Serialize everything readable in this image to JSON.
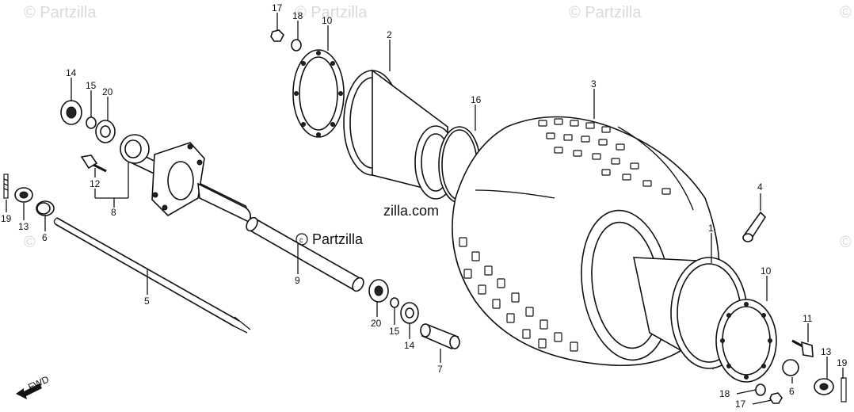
{
  "watermarks": {
    "top_left": "© Partzilla",
    "top_center": "© Partzilla",
    "top_right": "© Partzilla",
    "top_far_right": "©",
    "mid_right": "©",
    "far_right": "©",
    "left": "©",
    "copyright_symbol": "c",
    "center": "Partzilla",
    "center_domain": "zilla.com"
  },
  "fwd_label": "FWD",
  "callouts": {
    "c17_top": "17",
    "c18_top": "18",
    "c10_top": "10",
    "c2": "2",
    "c16": "16",
    "c3": "3",
    "c14_top": "14",
    "c15_top": "15",
    "c20_top": "20",
    "c12": "12",
    "c8": "8",
    "c19_left": "19",
    "c13_left": "13",
    "c6_left": "6",
    "c5": "5",
    "c9": "9",
    "c20_bottom": "20",
    "c15_bottom": "15",
    "c14_bottom": "14",
    "c7": "7",
    "c1": "1",
    "c4": "4",
    "c10_bottom": "10",
    "c11": "11",
    "c13_right": "13",
    "c19_right": "19",
    "c6_right": "6",
    "c18_bottom": "18",
    "c17_bottom": "17"
  }
}
